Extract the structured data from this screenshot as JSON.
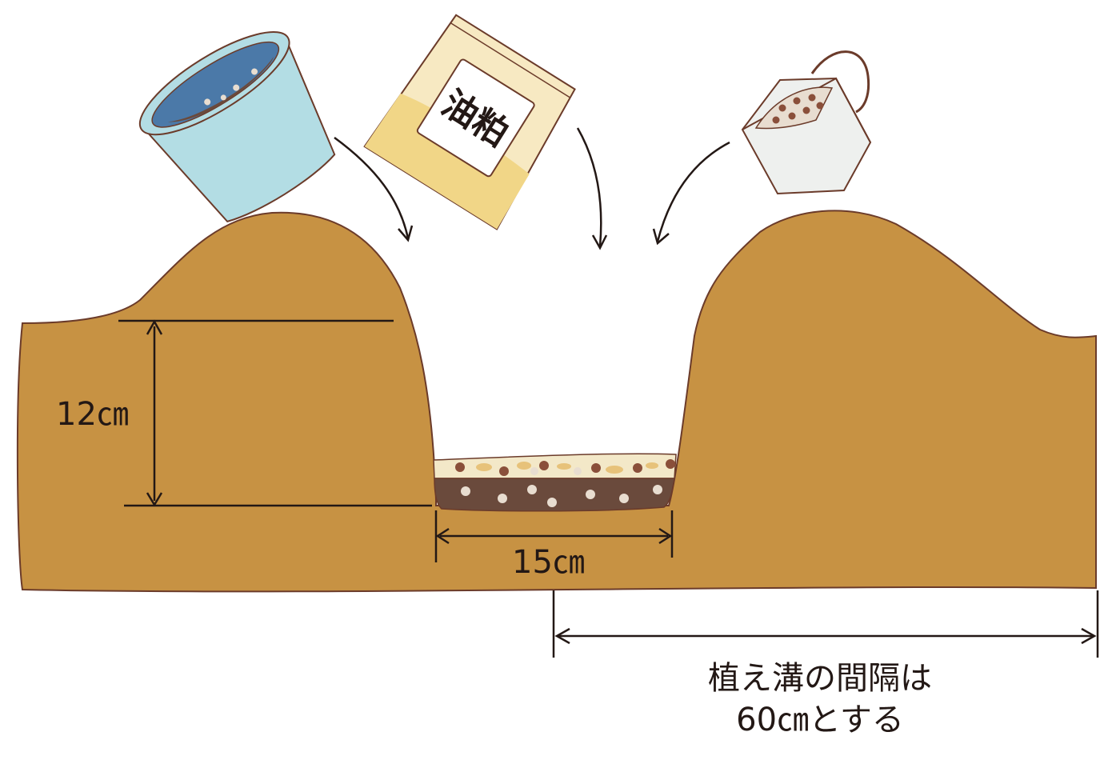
{
  "labels": {
    "depth": "12㎝",
    "width": "15㎝",
    "spacing_line1": "植え溝の間隔は",
    "spacing_line2": "60㎝とする"
  },
  "bag": {
    "text": "油粕"
  },
  "colors": {
    "soil": "#c79243",
    "soil_outline": "#6b3b2a",
    "compost": "#6a4a3c",
    "compost_dots": "#e8ddd0",
    "fertilizer_layer": "#f3e8c8",
    "pot": "#b3dde4",
    "pot_inside": "#4b79a8",
    "bag": "#f7e9c2",
    "bag_powder": "#f1d687",
    "can": "#eef0ee",
    "lines": "#231815"
  },
  "icons": [
    "compost-pot-icon",
    "oilcake-bag-icon",
    "fertilizer-can-icon"
  ]
}
